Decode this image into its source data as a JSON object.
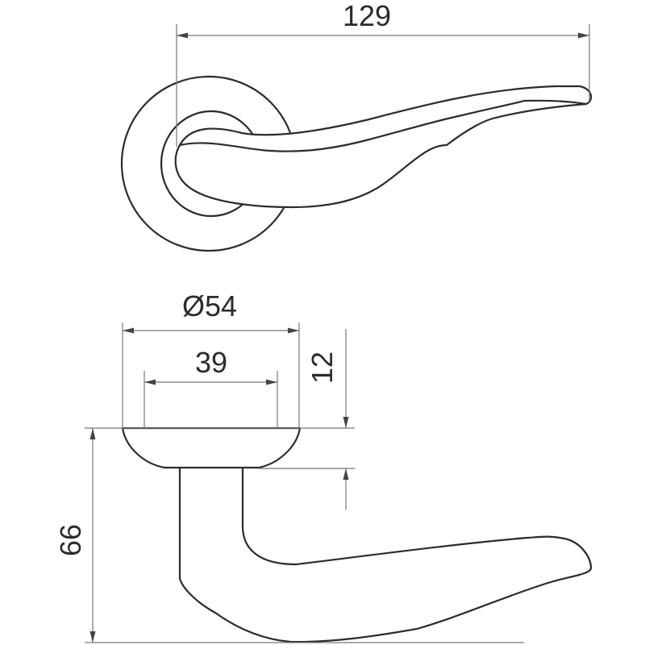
{
  "dimensions": {
    "length": "129",
    "rosette_diameter": "Ø54",
    "inner_diameter": "39",
    "rosette_height": "12",
    "total_height": "66"
  }
}
